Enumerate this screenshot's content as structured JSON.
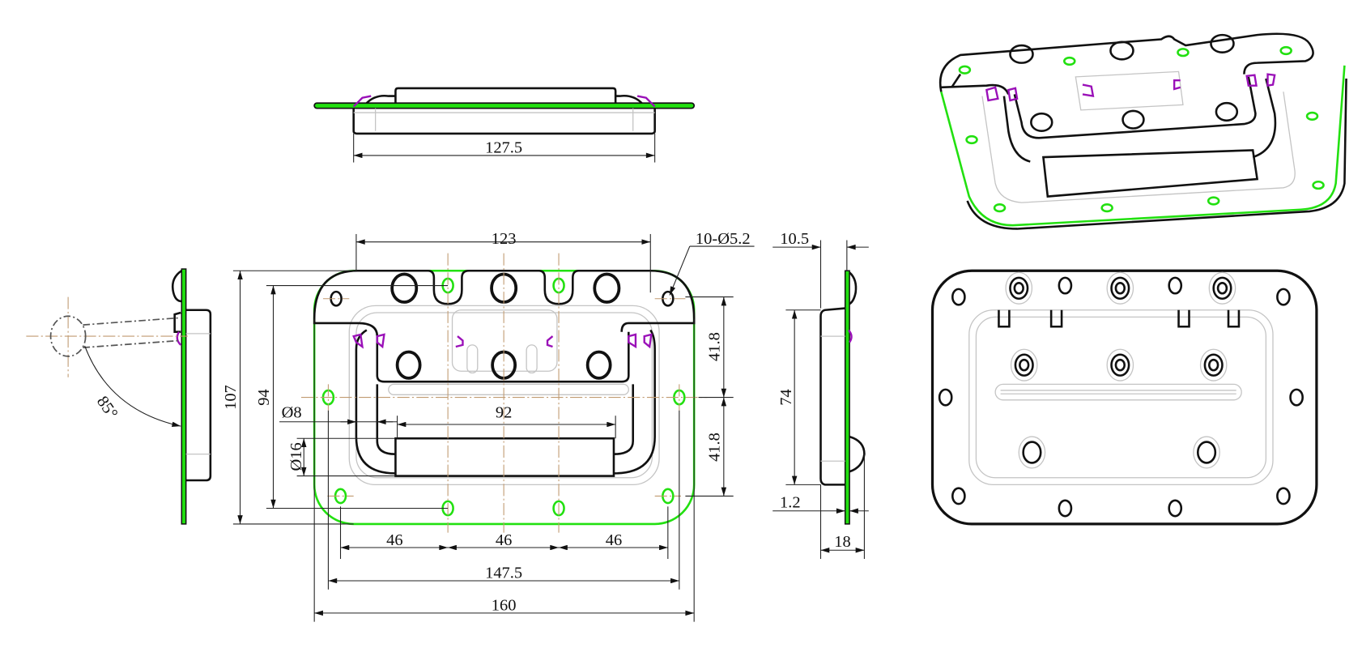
{
  "drawing": {
    "top_view": {
      "width_dim": "127.5"
    },
    "front_view": {
      "hole_spacing_top": "123",
      "hole_callout": "10-Ø5.2",
      "overall_height": "107",
      "hole_height": "94",
      "handle_rod_dia": "Ø8",
      "grip_dia": "Ø16",
      "handle_inner_width": "92",
      "upper_offset": "41.8",
      "lower_offset": "41.8",
      "pitch_1": "46",
      "pitch_2": "46",
      "pitch_3": "46",
      "hole_span": "147.5",
      "overall_width": "160"
    },
    "left_view": {
      "swing_angle": "85°"
    },
    "right_view": {
      "flange_depth": "10.5",
      "pan_height": "74",
      "thickness": "1.2",
      "overall_depth": "18"
    }
  },
  "colors": {
    "outline": "#111111",
    "edge_green": "#22e010",
    "purple": "#9a10b8",
    "centerline": "#c09a70",
    "hidden": "#c4c4c4"
  }
}
